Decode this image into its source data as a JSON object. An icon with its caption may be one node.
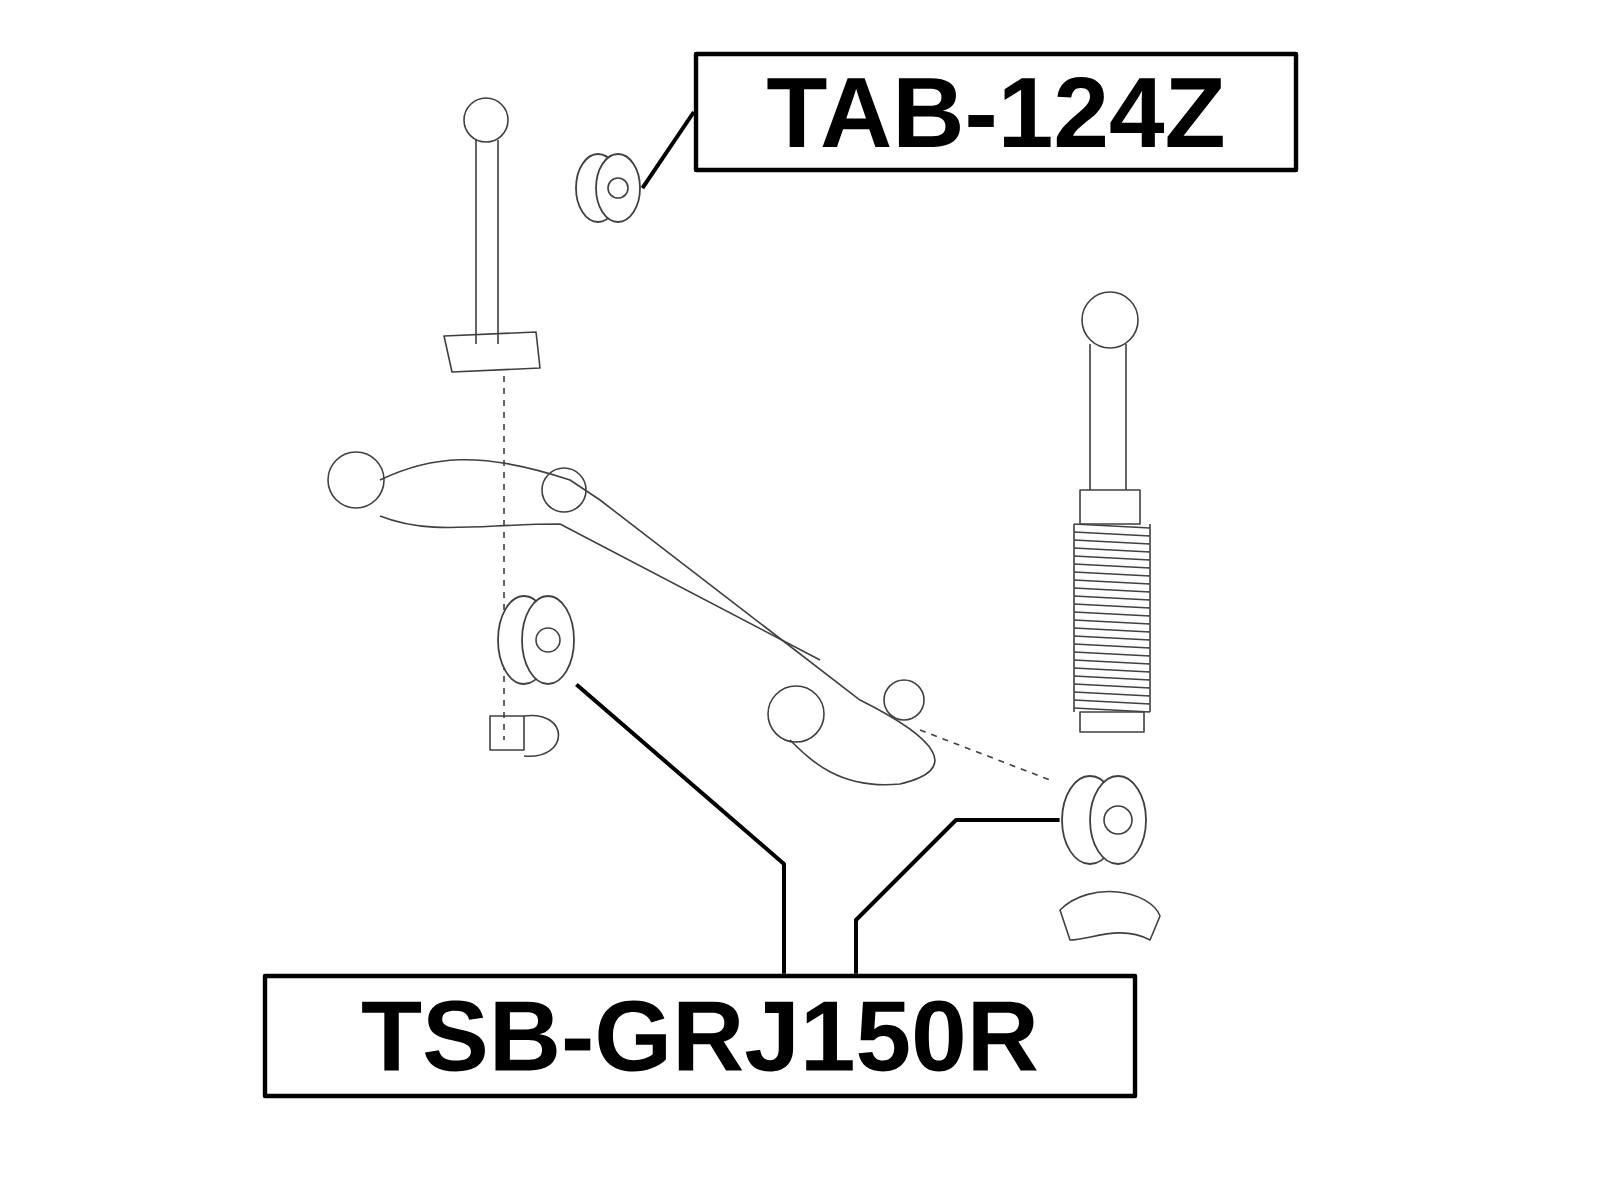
{
  "diagram": {
    "nodes": [
      {
        "text": [
          "TAB-124Z"
        ]
      },
      {
        "text": [],
        "shape": "cylinder"
      },
      {
        "text": [
          "TSB-GRJ150R"
        ]
      },
      {
        "text": [],
        "shape": "cylinder"
      },
      {
        "text": [],
        "shape": "cylinder"
      }
    ],
    "edges": [
      {
        "from": 0,
        "to": 1,
        "arrow": "none"
      },
      {
        "from": 2,
        "to": 3,
        "arrow": "none"
      },
      {
        "from": 2,
        "to": 4,
        "arrow": "none"
      }
    ]
  }
}
